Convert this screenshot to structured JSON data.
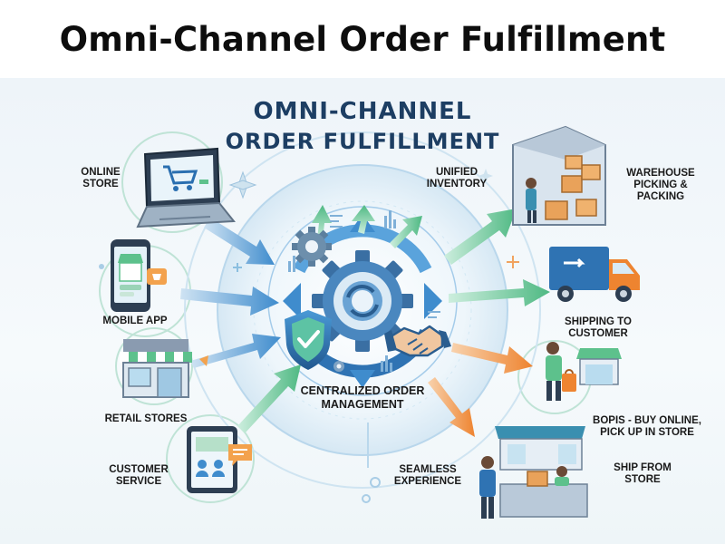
{
  "page_title": "Omni-Channel Order Fulfillment",
  "header": {
    "line1": "OMNI-CHANNEL",
    "line2": "ORDER FULFILLMENT"
  },
  "center": {
    "line1": "CENTRALIZED ORDER",
    "line2": "MANAGEMENT"
  },
  "inputs": [
    {
      "line1": "ONLINE",
      "line2": "STORE",
      "icon": "laptop-cart-icon"
    },
    {
      "line1": "MOBILE APP",
      "line2": "",
      "icon": "smartphone-store-icon"
    },
    {
      "line1": "RETAIL STORES",
      "line2": "",
      "icon": "storefront-icon"
    },
    {
      "line1": "CUSTOMER",
      "line2": "SERVICE",
      "icon": "tablet-chat-icon"
    }
  ],
  "outputs": [
    {
      "line1": "WAREHOUSE",
      "line2": "PICKING &",
      "line3": "PACKING",
      "icon": "warehouse-boxes-icon"
    },
    {
      "line1": "SHIPPING TO",
      "line2": "CUSTOMER",
      "icon": "delivery-truck-icon"
    },
    {
      "line1": "BOPIS - BUY ONLINE,",
      "line2": "PICK UP IN STORE",
      "icon": "shopper-pickup-icon"
    },
    {
      "line1": "SHIP FROM",
      "line2": "STORE",
      "icon": "store-counter-icon"
    }
  ],
  "features": [
    {
      "line1": "UNIFIED",
      "line2": "INVENTORY"
    },
    {
      "line1": "SEAMLESS",
      "line2": "EXPERIENCE"
    }
  ],
  "colors": {
    "title": "#0d0d0d",
    "header": "#1d3e63",
    "input_arrow": "#3f8ccd",
    "green_arrow": "#5cc18c",
    "orange_arrow": "#ef8b38",
    "gear": "#3a6fa3"
  }
}
